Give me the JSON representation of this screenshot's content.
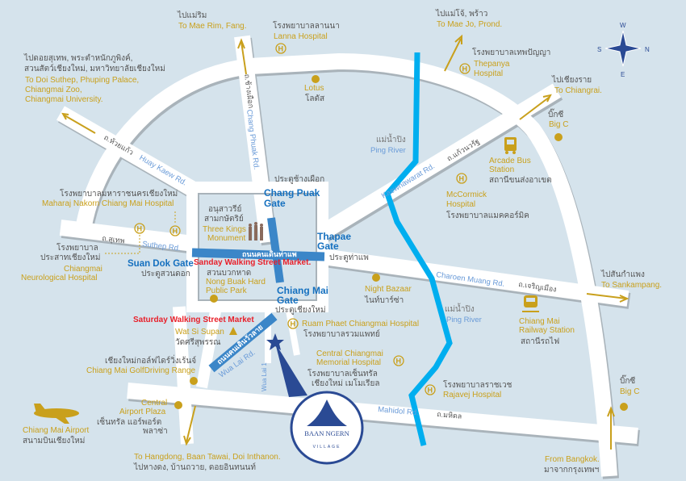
{
  "north": {
    "th": "ไปแม่ริม",
    "en": "To Mae Rim, Fang."
  },
  "doi": {
    "th1": "ไปดอยสุเทพ, พระตำหนักภูพิงค์,",
    "th2": "สวนสัตว์เชียงใหม่, มหาวิทยาลัยเชียงใหม่",
    "en1": "To Doi Suthep, Phuping Palace,",
    "en2": "Chiangmai Zoo,",
    "en3": "Chiangmai University."
  },
  "lanna": {
    "th": "โรงพยาบาลลานนา",
    "en": "Lanna Hospital"
  },
  "lotus": {
    "en": "Lotus",
    "th": "โลตัส"
  },
  "maejo": {
    "th": "ไปแม่โจ้, พร้าว",
    "en": "To Mae Jo, Prond."
  },
  "thepanya": {
    "th": "โรงพยาบาลเทพปัญญา",
    "en1": "Thepanya",
    "en2": "Hospital"
  },
  "chiangrai": {
    "th": "ไปเชียงราย",
    "en": "To Chiangrai."
  },
  "bigc1": {
    "th": "บิ๊กซี",
    "en": "Big C"
  },
  "bigc2": {
    "th": "บิ๊กซี",
    "en": "Big C"
  },
  "ping1": {
    "th": "แม่น้ำปิง",
    "en": "Ping River"
  },
  "ping2": {
    "th": "แม่น้ำปิง",
    "en": "Ping River"
  },
  "bus": {
    "en1": "Arcade Bus",
    "en2": "Station",
    "th": "สถานีขนส่งอาเขต"
  },
  "mccormick": {
    "en1": "McCormick",
    "en2": "Hospital",
    "th": "โรงพยาบาลแมคคอร์มิค"
  },
  "roads": {
    "huaykaew_en": "Huay Kaew Rd.",
    "huaykaew_th": "ถ.ห้วยแก้ว",
    "changphuak_en": "Chang Phuak Rd.",
    "changphuak_th": "ถ.ช้างเผือก",
    "suthep_en": "Suthep Rd.",
    "suthep_th": "ถ.สุเทพ",
    "kaeo_en": "Kaewnawarat Rd.",
    "kaeo_th": "ถ.แก้วนวรัฐ",
    "charoen_en": "Charoen Muang Rd.",
    "charoen_th": "ถ.เจริญเมือง",
    "mahidol_en": "Mahidol Rd.",
    "mahidol_th": "ถ.มหิดล",
    "wualai_en": "Wua Lai Rd.",
    "wualai1": "Wua Lai 1"
  },
  "maharaj": {
    "th": "โรงพยาบาลมหาราชนครเชียงใหม่",
    "en": "Maharaj Nakorn Chiang Mai Hospital"
  },
  "neuro": {
    "th1": "โรงพยาบาล",
    "th2": "ประสาทเชียงใหม่",
    "en1": "Chiangmai",
    "en2": "Neurological Hospital"
  },
  "gates": {
    "changpuak_th": "ประตูช้างเผือก",
    "changpuak_en1": "Chang Puak",
    "changpuak_en2": "Gate",
    "thapae_en1": "Thapae",
    "thapae_en2": "Gate",
    "thapae_th": "ประตูท่าแพ",
    "suandok_en": "Suan Dok Gate",
    "suandok_th": "ประตูสวนดอก",
    "chiangmai_en1": "Chiang Mai",
    "chiangmai_en2": "Gate",
    "chiangmai_th": "ประตูเชียงใหม่"
  },
  "threekings": {
    "th1": "อนุสาวรีย์",
    "th2": "สามกษัตริย์",
    "en1": "Three Kings",
    "en2": "Monument"
  },
  "walking": {
    "thapae_th": "ถนนคนเดินท่าแพ",
    "sunday": "Sanday Walking Street Market.",
    "saturday": "Saturday Walking Street Market",
    "wualai_th": "ถนนคนเดินวัวลาย"
  },
  "park": {
    "th": "สวนบวกหาด",
    "en1": "Nong Buak Hard",
    "en2": "Public Park"
  },
  "nightbazaar": {
    "en": "Night Bazaar",
    "th": "ไนท์บาร์ซ่า"
  },
  "ruam": {
    "en": "Ruam Phaet Chiangmai Hospital",
    "th": "โรงพยาบาลรวมแพทย์"
  },
  "central_mem": {
    "en1": "Central Chiangmai",
    "en2": "Memorial Hospital",
    "th1": "โรงพยาบาลเซ็นทรัล",
    "th2": "เชียงใหม่ เมโมเรียล"
  },
  "watsisupan": {
    "en": "Wat Si Supan",
    "th": "วัดศรีสุพรรณ"
  },
  "golf": {
    "th": "เชียงใหม่กอล์ฟไดร์วิ่งเร้นจ์",
    "en": "Chiang Mai GolfDriving Range"
  },
  "airportplaza": {
    "en1": "Central",
    "en2": "Airport Plaza",
    "th1": "เซ็นทรัล แอร์พอร์ต",
    "th2": "พลาซ่า"
  },
  "airport": {
    "en": "Chiang Mai Airport",
    "th": "สนามบินเชียงใหม่"
  },
  "hangdong": {
    "en": "To Hangdong, Baan Tawai, Doi Inthanon.",
    "th": "ไปหางดง, บ้านถวาย, ดอยอินทนนท์"
  },
  "rajavej": {
    "th": "โรงพยาบาลราชเวช",
    "en": "Rajavej Hospital"
  },
  "railway": {
    "en1": "Chiang Mai",
    "en2": "Railway Station",
    "th": "สถานีรถไฟ"
  },
  "sankampang": {
    "th": "ไปสันกำแพง",
    "en": "To Sankampang."
  },
  "bangkok": {
    "en": "From Bangkok.",
    "th": "มาจากกรุงเทพฯ"
  },
  "logo": {
    "name": "BAAN NGERN",
    "sub": "VILLAGE"
  },
  "compass": {
    "w": "W",
    "s": "S",
    "n": "N",
    "e": "E"
  },
  "hospital_icon": "H"
}
